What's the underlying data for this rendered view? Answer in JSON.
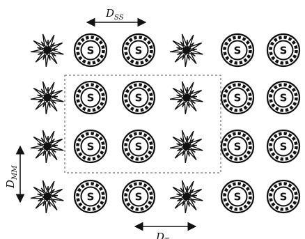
{
  "diagram": {
    "grid_rows": [
      [
        "weed",
        "S",
        "S",
        "weed",
        "S",
        "S"
      ],
      [
        "weed",
        "S",
        "S",
        "weed",
        "S",
        "S"
      ],
      [
        "weed",
        "S",
        "S",
        "weed",
        "S",
        "S"
      ],
      [
        "weed",
        "S",
        "S",
        "weed",
        "S",
        "S"
      ]
    ],
    "s_symbol_label": "S",
    "labels": {
      "dss": {
        "main": "D",
        "sub": "SS"
      },
      "dmm": {
        "main": "D",
        "sub": "MM"
      },
      "dbottom": {
        "main": "D",
        "sub": "T"
      }
    },
    "dashed_region": {
      "rows": [
        1,
        2
      ],
      "cols": [
        1,
        2,
        3
      ]
    },
    "colors": {
      "ink": "#111111",
      "background": "#ffffff",
      "dashed": "#555555"
    },
    "icons": {
      "weed": "spiky-plant-icon",
      "seedling": "circled-s-icon"
    }
  }
}
